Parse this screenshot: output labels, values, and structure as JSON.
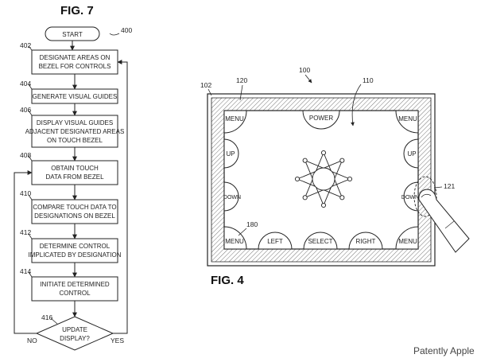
{
  "flowchart": {
    "title": "FIG. 7",
    "ref": "400",
    "start": "START",
    "steps": [
      {
        "ref": "402",
        "lines": [
          "DESIGNATE AREAS ON",
          "BEZEL FOR CONTROLS"
        ]
      },
      {
        "ref": "404",
        "lines": [
          "GENERATE VISUAL GUIDES"
        ]
      },
      {
        "ref": "406",
        "lines": [
          "DISPLAY VISUAL GUIDES",
          "ADJACENT DESIGNATED AREAS",
          "ON TOUCH BEZEL"
        ]
      },
      {
        "ref": "408",
        "lines": [
          "OBTAIN TOUCH",
          "DATA FROM BEZEL"
        ]
      },
      {
        "ref": "410",
        "lines": [
          "COMPARE TOUCH DATA TO",
          "DESIGNATIONS ON BEZEL"
        ]
      },
      {
        "ref": "412",
        "lines": [
          "DETERMINE CONTROL",
          "IMPLICATED BY DESIGNATION"
        ]
      },
      {
        "ref": "414",
        "lines": [
          "INITIATE DETERMINED",
          "CONTROL"
        ]
      }
    ],
    "decision": {
      "ref": "416",
      "lines": [
        "UPDATE",
        "DISPLAY?"
      ],
      "no": "NO",
      "yes": "YES"
    }
  },
  "device": {
    "title": "FIG. 4",
    "refs": {
      "device": "100",
      "bezel": "102",
      "edge": "120",
      "screen": "110",
      "button": "180",
      "touch": "121"
    },
    "buttons": {
      "top_left": "MENU",
      "top_center": "POWER",
      "top_right": "MENU",
      "left_up": "UP",
      "left_down": "DOWN",
      "right_up": "UP",
      "right_down": "DOWN",
      "bottom_left": "MENU",
      "bottom_1": "LEFT",
      "bottom_2": "SELECT",
      "bottom_3": "RIGHT",
      "bottom_right": "MENU"
    }
  },
  "credit": "Patently Apple"
}
